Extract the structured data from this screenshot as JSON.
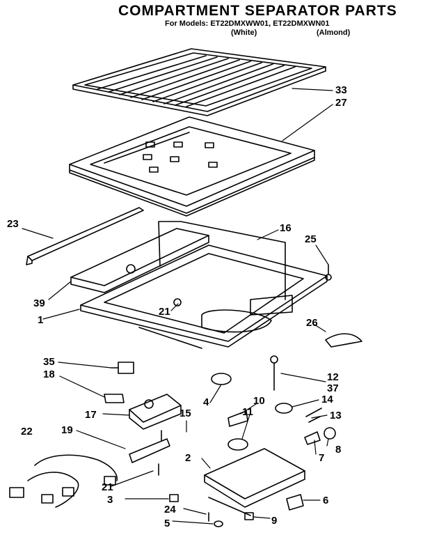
{
  "header": {
    "title": "COMPARTMENT SEPARATOR PARTS",
    "models_line": "For Models: ET22DMXWW01, ET22DMXWN01",
    "variant_white": "(White)",
    "variant_almond": "(Almond)"
  },
  "callouts": [
    {
      "id": "33",
      "text": "33"
    },
    {
      "id": "27",
      "text": "27"
    },
    {
      "id": "23",
      "text": "23"
    },
    {
      "id": "16",
      "text": "16"
    },
    {
      "id": "25",
      "text": "25"
    },
    {
      "id": "39",
      "text": "39"
    },
    {
      "id": "21a",
      "text": "21"
    },
    {
      "id": "1",
      "text": "1"
    },
    {
      "id": "26",
      "text": "26"
    },
    {
      "id": "35",
      "text": "35"
    },
    {
      "id": "18",
      "text": "18"
    },
    {
      "id": "12",
      "text": "12"
    },
    {
      "id": "37",
      "text": "37"
    },
    {
      "id": "4",
      "text": "4"
    },
    {
      "id": "10",
      "text": "10"
    },
    {
      "id": "14",
      "text": "14"
    },
    {
      "id": "17",
      "text": "17"
    },
    {
      "id": "15",
      "text": "15"
    },
    {
      "id": "11",
      "text": "11"
    },
    {
      "id": "13",
      "text": "13"
    },
    {
      "id": "19",
      "text": "19"
    },
    {
      "id": "22",
      "text": "22"
    },
    {
      "id": "8",
      "text": "8"
    },
    {
      "id": "7",
      "text": "7"
    },
    {
      "id": "2",
      "text": "2"
    },
    {
      "id": "21b",
      "text": "21"
    },
    {
      "id": "3",
      "text": "3"
    },
    {
      "id": "6",
      "text": "6"
    },
    {
      "id": "24",
      "text": "24"
    },
    {
      "id": "5",
      "text": "5"
    },
    {
      "id": "9",
      "text": "9"
    }
  ]
}
